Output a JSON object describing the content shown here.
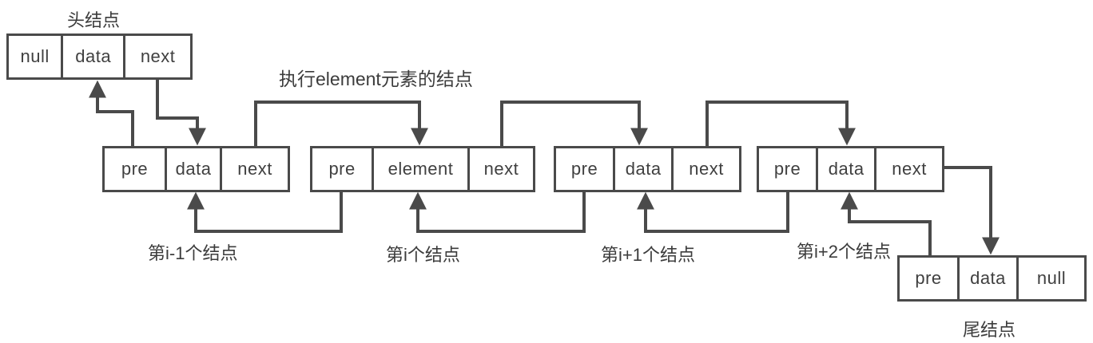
{
  "diagram_title": "doubly-linked-list",
  "labels": {
    "head": "头结点",
    "element_pointer": "执行element元素的结点",
    "node1": "第i-1个结点",
    "node2": "第i个结点",
    "node3": "第i+1个结点",
    "node4": "第i+2个结点",
    "tail": "尾结点"
  },
  "nodes": {
    "head": {
      "cells": [
        "null",
        "data",
        "next"
      ]
    },
    "node1": {
      "cells": [
        "pre",
        "data",
        "next"
      ]
    },
    "node2": {
      "cells": [
        "pre",
        "element",
        "next"
      ]
    },
    "node3": {
      "cells": [
        "pre",
        "data",
        "next"
      ]
    },
    "node4": {
      "cells": [
        "pre",
        "data",
        "next"
      ]
    },
    "tail": {
      "cells": [
        "pre",
        "data",
        "null"
      ]
    }
  },
  "colors": {
    "line": "#4a4a4a",
    "text": "#3c3c3c",
    "background": "#ffffff"
  }
}
